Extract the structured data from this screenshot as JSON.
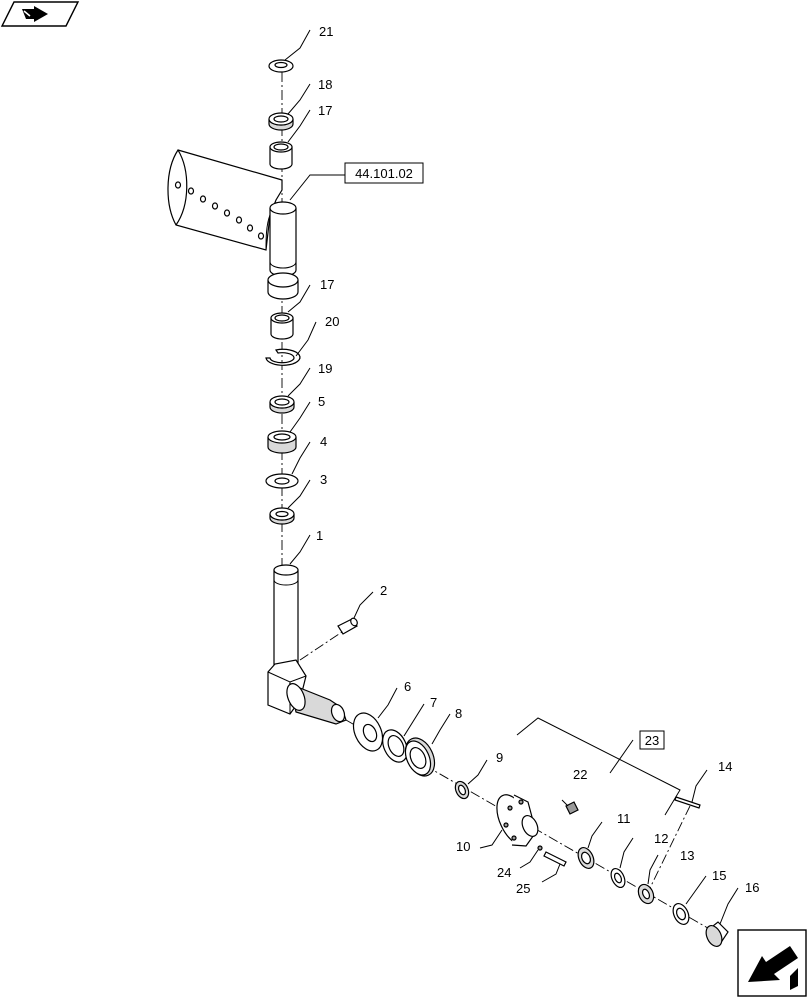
{
  "nav": {
    "top_icon": "previous-page-arrow-icon",
    "bottom_icon": "next-page-arrow-icon"
  },
  "callouts": {
    "c1": "1",
    "c2": "2",
    "c3": "3",
    "c4": "4",
    "c5": "5",
    "c6": "6",
    "c7": "7",
    "c8": "8",
    "c9": "9",
    "c10": "10",
    "c11": "11",
    "c12": "12",
    "c13": "13",
    "c14": "14",
    "c15": "15",
    "c16": "16",
    "c17a": "17",
    "c17b": "17",
    "c18": "18",
    "c19": "19",
    "c20": "20",
    "c21": "21",
    "c22": "22",
    "c24": "24",
    "c25": "25"
  },
  "references": {
    "section_ref": "44.101.02",
    "kit_ref": "23"
  }
}
